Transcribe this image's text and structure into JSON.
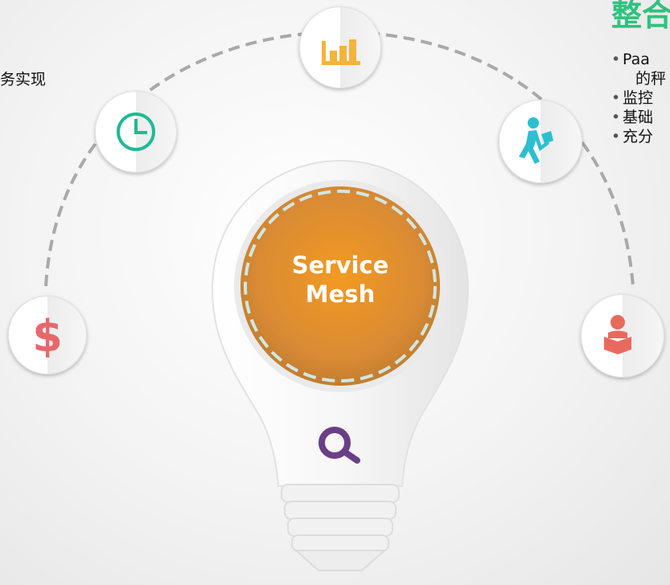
{
  "left_text": "务实现",
  "right_panel": {
    "title": "整合",
    "bullets": [
      {
        "line1": "Paa",
        "line2": "的秤"
      },
      {
        "line1": "监控"
      },
      {
        "line1": "基础"
      },
      {
        "line1": "充分"
      }
    ]
  },
  "bulb": {
    "core_label_line1": "Service",
    "core_label_line2": "Mesh"
  },
  "icons": {
    "left": "dollar-icon",
    "upper_left": "clock-icon",
    "top": "bar-chart-icon",
    "upper_right": "walking-person-icon",
    "right": "reading-person-icon",
    "bulb": "search-icon"
  },
  "colors": {
    "title_green": "#2ec27e",
    "dollar": "#e8676b",
    "clock": "#1fba95",
    "chart": "#f3b43c",
    "walker": "#2bbfd1",
    "reader": "#e86a5d",
    "search": "#6b3f86",
    "core_orange": "#e59228"
  }
}
